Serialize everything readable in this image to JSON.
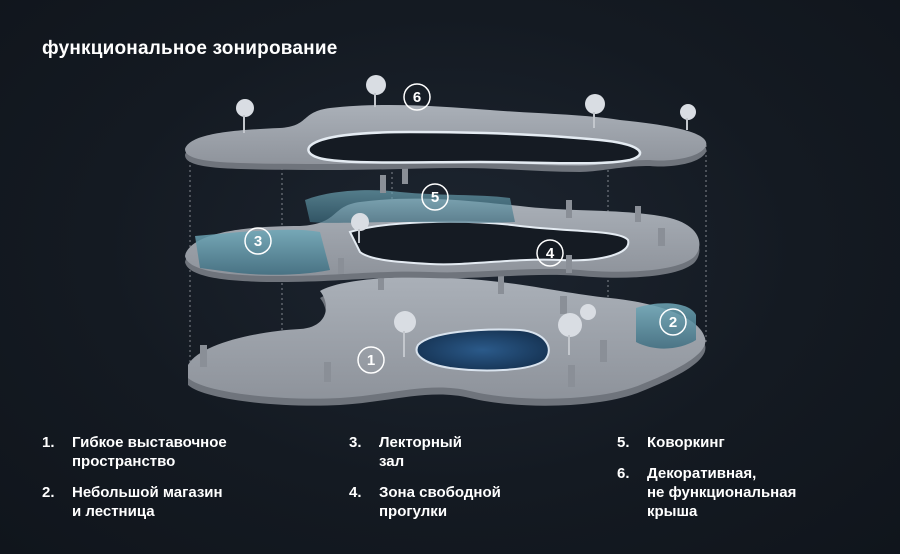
{
  "title": "функциональное зонирование",
  "zone_markers": [
    "1",
    "2",
    "3",
    "4",
    "5",
    "6"
  ],
  "legend": [
    {
      "num": "1.",
      "text": "Гибкое выставочное\nпространство"
    },
    {
      "num": "2.",
      "text": "Небольшой магазин\nи лестница"
    },
    {
      "num": "3.",
      "text": "Лекторный\nзал"
    },
    {
      "num": "4.",
      "text": "Зона свободной\nпрогулки"
    },
    {
      "num": "5.",
      "text": "Коворкинг"
    },
    {
      "num": "6.",
      "text": "Декоративная,\nне функциональная\nкрыша"
    }
  ],
  "colors": {
    "background": "#141a22",
    "slab_top": "#9ea3ab",
    "slab_edge": "#6f747c",
    "glass": "#5b8fa0",
    "water": "#1d3f66",
    "text": "#ffffff"
  }
}
